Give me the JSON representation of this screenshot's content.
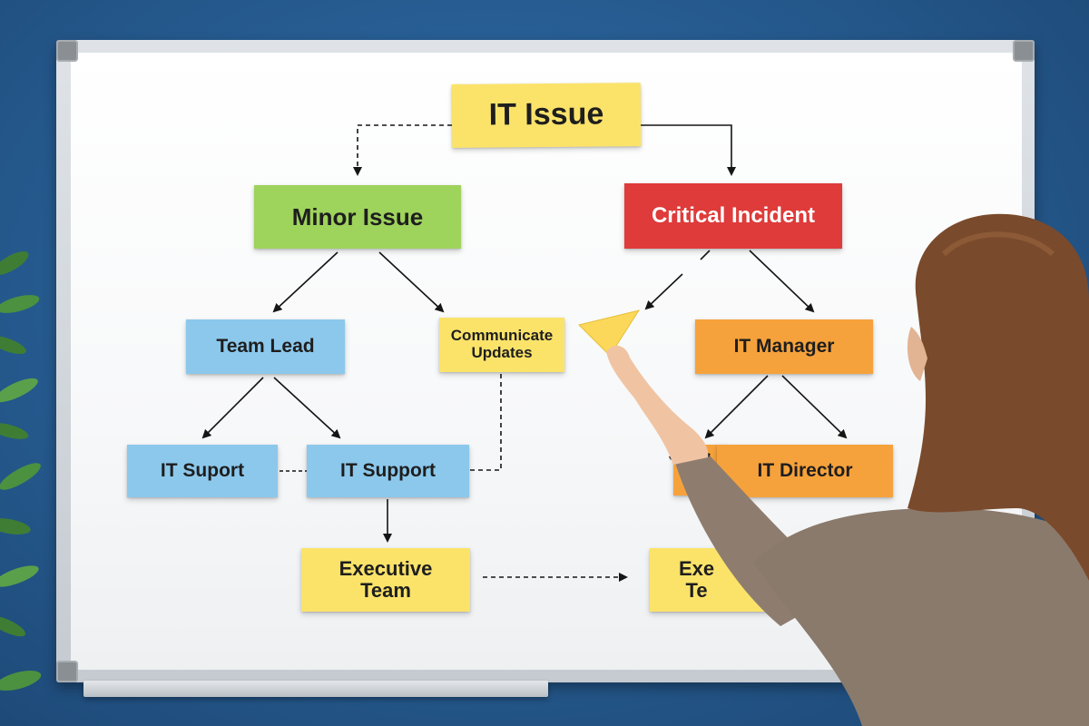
{
  "colors": {
    "wall": "#25598d",
    "board": "#ffffff",
    "yellow_note": "#fbe36a",
    "green_note": "#9ed35c",
    "red_note": "#de3b3a",
    "blue_note": "#8cc8ec",
    "orange_note": "#f6a23c"
  },
  "flowchart": {
    "root": "IT Issue",
    "minor": "Minor Issue",
    "critical": "Critical Incident",
    "team_lead": "Team Lead",
    "communicate": "Communicate\nUpdates",
    "it_suport": "IT Suport",
    "it_support": "IT Support",
    "executive_team": "Executive\nTeam",
    "it_manager": "IT Manager",
    "it_director": "IT Director",
    "partial_executive": "Exe\nTe"
  }
}
